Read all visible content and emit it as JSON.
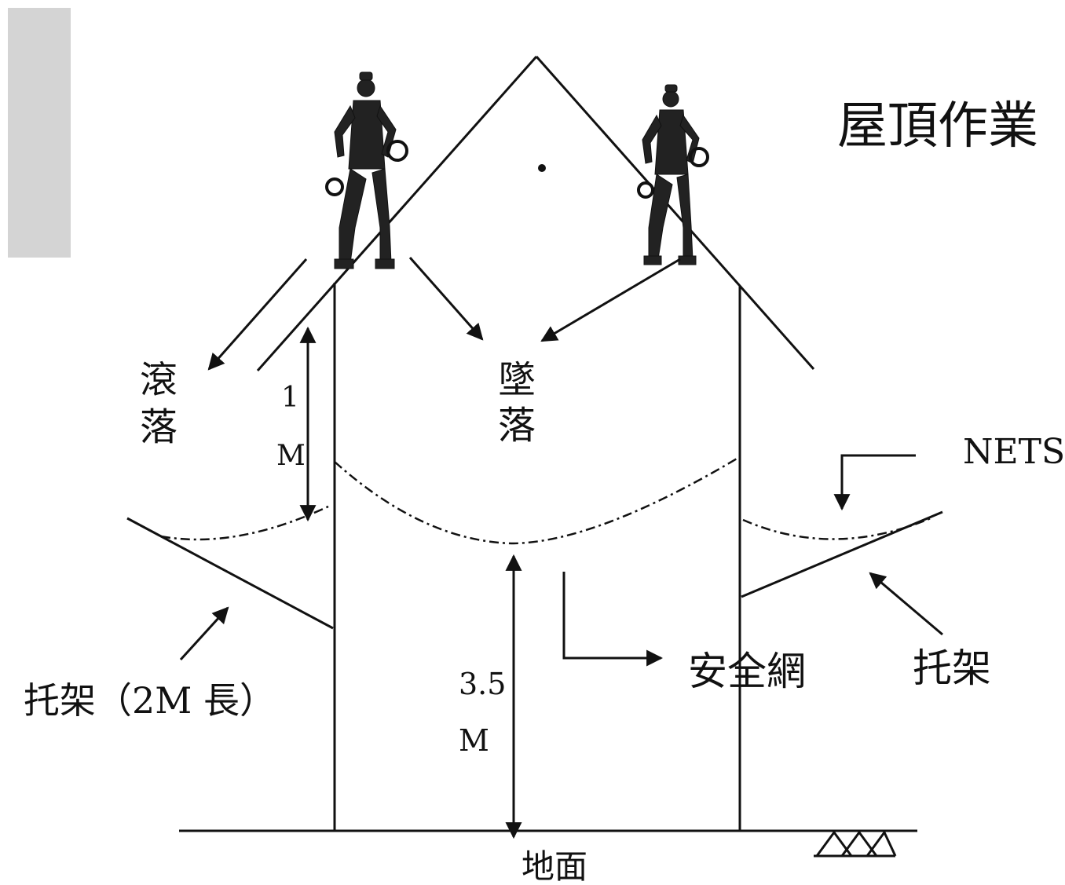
{
  "title": "屋頂作業",
  "labels": {
    "roll_fall": "滾落",
    "drop_fall": "墜落",
    "height_1m_num": "1",
    "height_1m_unit": "M",
    "nets": "NETS",
    "bracket_left": "托架（2M 長）",
    "bracket_right": "托架",
    "safety_net": "安全網",
    "height_35m_num": "3.5",
    "height_35m_unit": "M",
    "ground": "地面"
  },
  "colors": {
    "ink": "#111111",
    "background": "#ffffff",
    "panel": "#d4d4d4"
  }
}
